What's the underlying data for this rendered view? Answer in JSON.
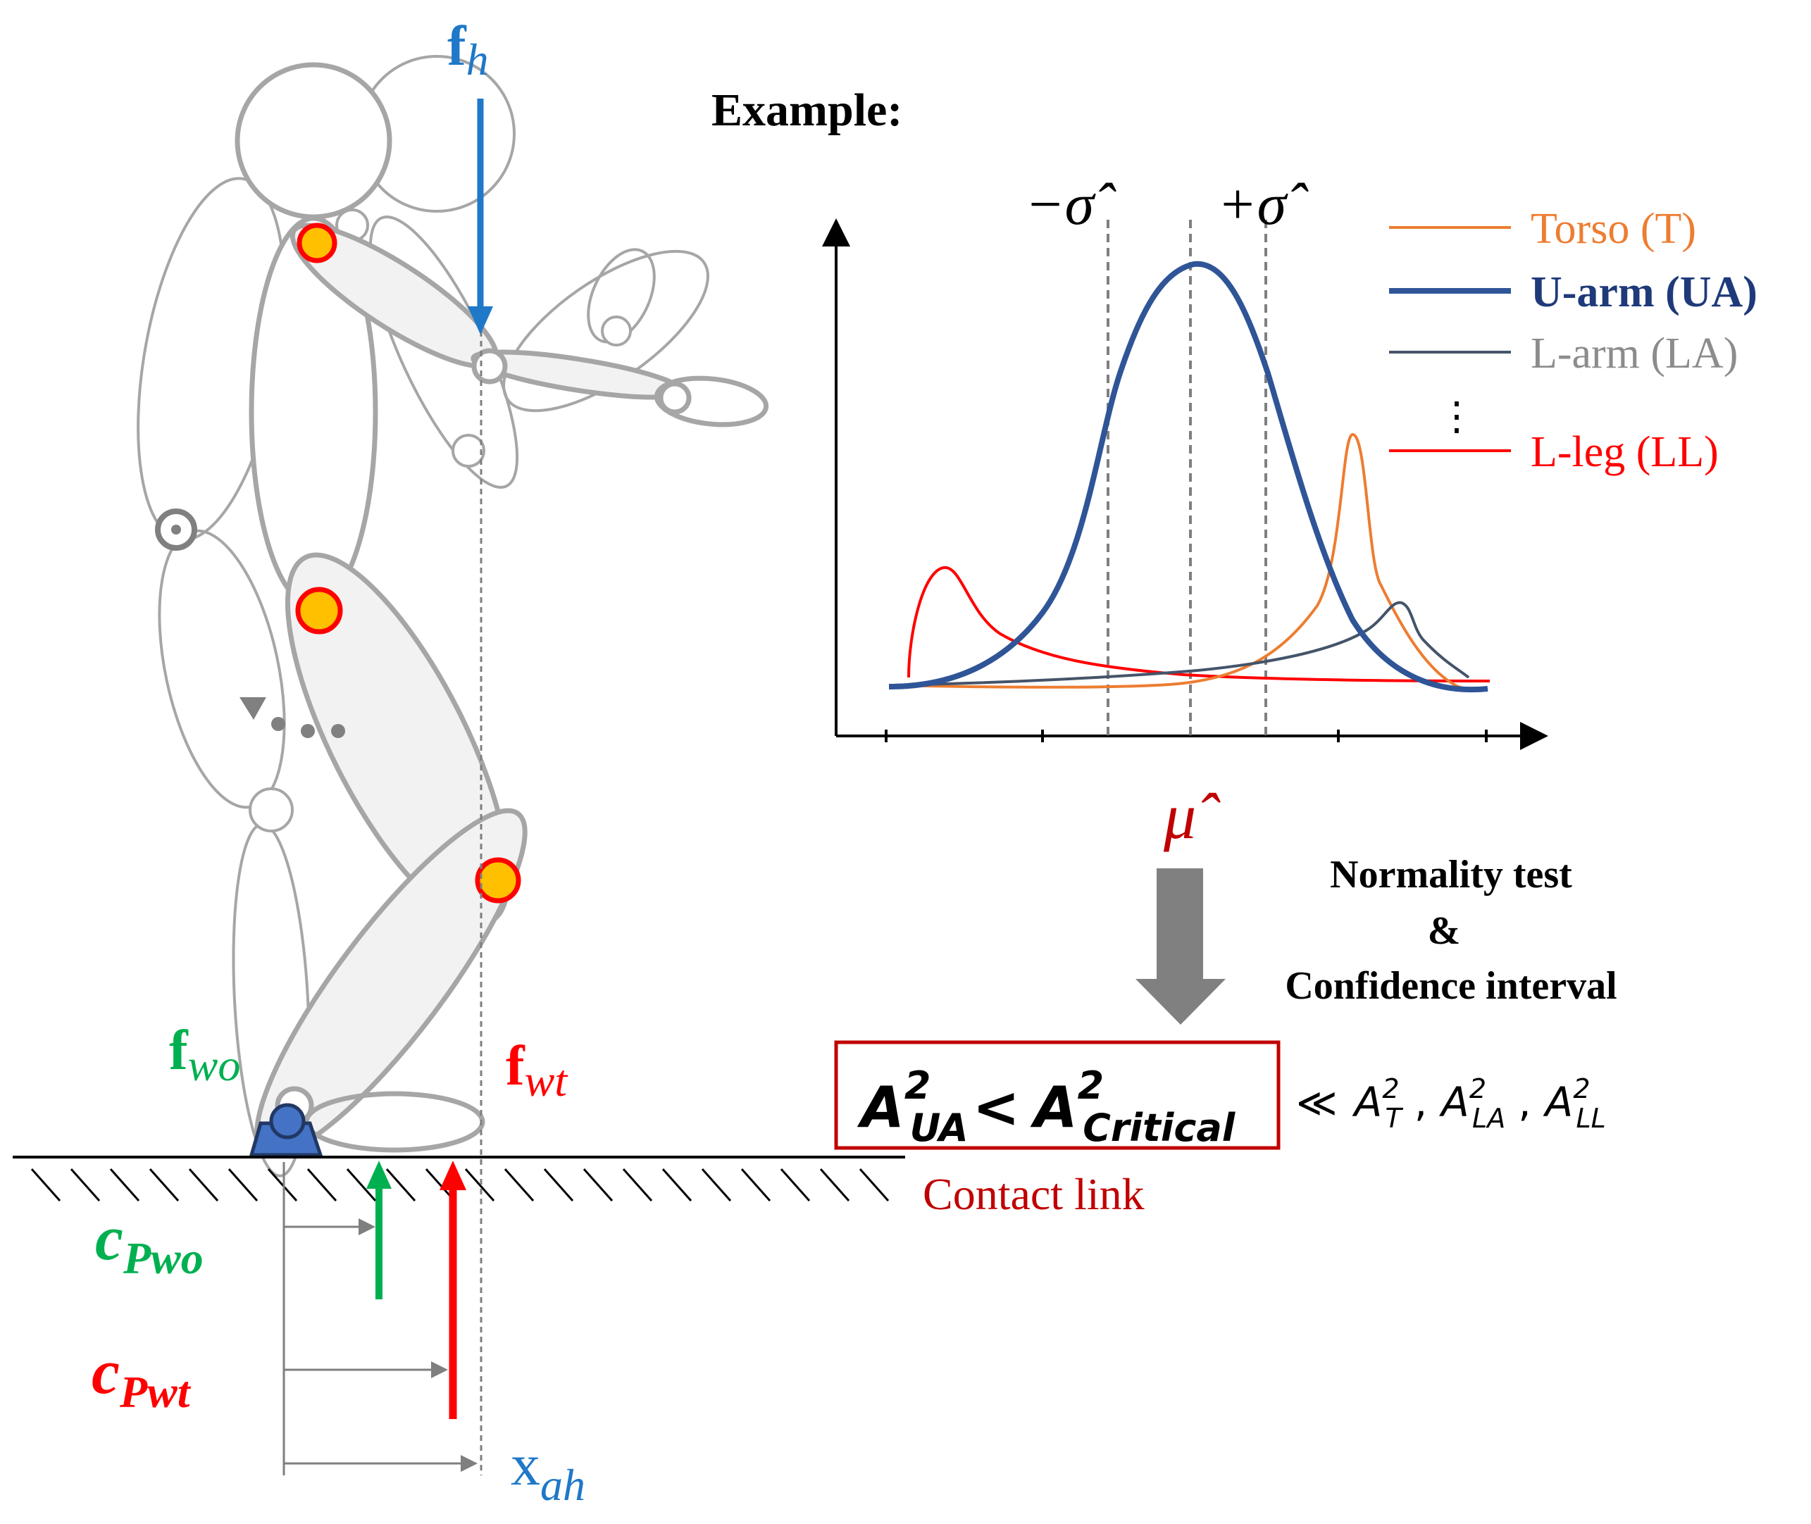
{
  "figure": {
    "example_label": "Example:",
    "minus_sigma": "−σ̂",
    "plus_sigma": "+σ̂",
    "mu_hat": "μ̂",
    "legend": [
      {
        "label": "Torso (T)",
        "color": "#ED7D31",
        "bold": false
      },
      {
        "label": "U-arm (UA)",
        "color": "#1F3A7A",
        "bold": true
      },
      {
        "label": "L-arm (LA)",
        "color": "#8C8C8C",
        "line_color": "#44546A",
        "bold": false
      },
      {
        "label": "L-leg (LL)",
        "color": "#FF0000",
        "bold": false
      }
    ],
    "legend_ellipsis": "⋮",
    "process": {
      "line1": "Normality test",
      "line2": "&",
      "line3": "Confidence interval"
    },
    "result_box": {
      "lhs_base": "A",
      "lhs_sup": "2",
      "lhs_sub": "UA",
      "lt": "<",
      "rhs_base": "A",
      "rhs_sup": "2",
      "rhs_sub": "Critical",
      "border_color": "#C00000"
    },
    "comparison": {
      "much_less": "≪",
      "t_base": "A",
      "t_sup": "2",
      "t_sub": "T",
      "la_base": "A",
      "la_sup": "2",
      "la_sub": "LA",
      "ll_base": "A",
      "ll_sup": "2",
      "ll_sub": "LL",
      "sep": ","
    },
    "contact_link": "Contact link",
    "forces": {
      "fh_base": "f",
      "fh_sub": "h",
      "fwo_base": "f",
      "fwo_sub": "wo",
      "fwt_base": "f",
      "fwt_sub": "wt",
      "cpwo_base": "c",
      "cpwo_sub": "Pwo",
      "cpwt_base": "c",
      "cpwt_sub": "Pwt",
      "xah_base": "x",
      "xah_sub": "ah"
    },
    "colors": {
      "blue": "#1F78C8",
      "green": "#00B050",
      "red": "#FF0000",
      "dark_red": "#C00000",
      "gray": "#A6A6A6",
      "joint_fill": "#FFC000"
    }
  }
}
